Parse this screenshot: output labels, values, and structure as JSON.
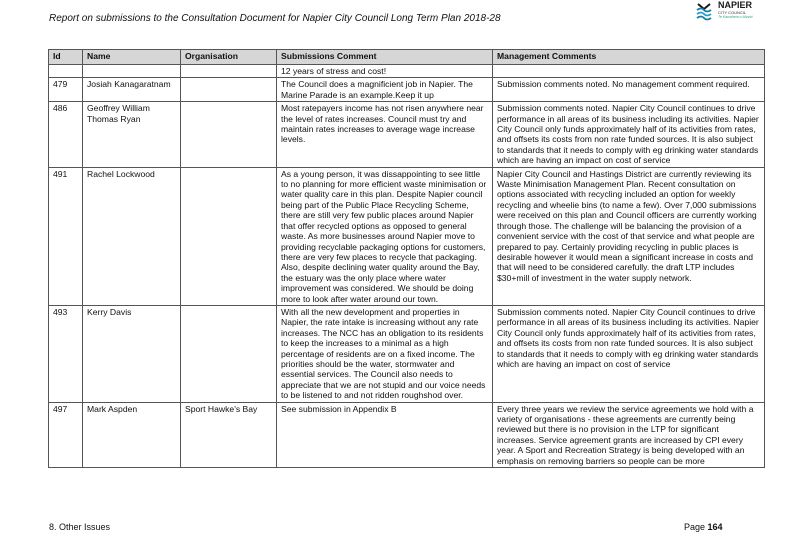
{
  "header": {
    "title": "Report on submissions to the Consultation Document for Napier City Council Long Term Plan 2018-28",
    "logo_text": "NAPIER",
    "logo_sub": "CITY COUNCIL",
    "logo_tagline": "Te Kaunihera o Ahuriri",
    "logo_icon": "napier-waves-icon",
    "accent_color": "#1a7fa8"
  },
  "table": {
    "columns": [
      "Id",
      "Name",
      "Organisation",
      "Submissions Comment",
      "Management Comments"
    ],
    "rows": [
      {
        "id": "",
        "name": "",
        "org": "",
        "comment": "12 years of stress and cost!",
        "mgmt": ""
      },
      {
        "id": "479",
        "name": "Josiah Kanagaratnam",
        "org": "",
        "comment": "The Council does a magnificient job in Napier. The Marine Parade is an example.Keep it up",
        "mgmt": "Submission comments noted. No management comment required."
      },
      {
        "id": "486",
        "name": "Geoffrey William Thomas Ryan",
        "org": "",
        "comment": "Most ratepayers income has not risen anywhere near the level of rates increases. Council must try and maintain rates increases to average wage increase levels.",
        "mgmt": "Submission comments noted. Napier City Council continues to drive performance in all areas of its business including its activities.  Napier City Council only funds approximately half of its activities from rates, and offsets its costs from non rate funded sources. It is also subject to standards that it needs to comply with eg drinking water standards which are having an impact on cost of service"
      },
      {
        "id": "491",
        "name": "Rachel Lockwood",
        "org": "",
        "comment": "\nAs a young person, it was dissappointing to see little to no planning for more efficient waste minimisation or water quality care in this plan. Despite Napier council being part of the Public Place Recycling Scheme, there are still very few public places around Napier that offer recycled options as opposed to general waste. As more businesses around Napier move to providing recyclable packaging options for customers, there are very few places to recycle that packaging. Also, despite declining water quality around the Bay, the estuary was the only place where water improvement was considered. We should be doing more to look after water around our town.",
        "mgmt": "Napier City Council and Hastings District are currently reviewing its Waste Minimisation Management Plan. Recent consultation on options associated with recycling included an option for weekly recycling and wheelie bins (to name a few). Over 7,000 submissions were received on this plan and Council officers are currently working through those. The challenge will be balancing the provision of a convenient service with the cost of that service and what people are prepared to pay. Certainly providing recycling in public places is desirable however it would mean a significant increase in costs and that will need to be considered carefully.\nthe draft LTP includes $30+mill of investment in the water supply network."
      },
      {
        "id": "493",
        "name": "Kerry Davis",
        "org": "",
        "comment": "With all the new development and properties in Napier, the rate intake is increasing without any rate increases.  The NCC has an obligation to its residents to keep the increases to a minimal as a high percentage of residents are on a fixed income.  The priorities should be the water, stormwater and essential services.  The Council also needs to appreciate that we are not stupid and our voice needs to be listened to and not ridden roughshod over.",
        "mgmt": "Submission comments noted. Napier City Council continues to drive performance in all areas of its business including its activities.  Napier City Council only funds approximately half of its activities from rates, and offsets its costs from non rate funded sources. It is also subject to standards that it needs to comply with eg drinking water standards which are having an impact on cost of service"
      },
      {
        "id": "497",
        "name": "Mark Aspden",
        "org": "Sport Hawke's Bay",
        "comment": " See submission in Appendix B",
        "mgmt": "Every three years we review the service agreements we hold with a variety of organisations - these agreements are currently being reviewed but there is no provision in the LTP for significant increases.  Service agreement grants are increased by CPI every year.  A Sport and Recreation Strategy is being developed with an emphasis on removing barriers so people can be more"
      }
    ]
  },
  "footer": {
    "section": "8. Other Issues",
    "page_label": "Page",
    "page_number": "164"
  }
}
